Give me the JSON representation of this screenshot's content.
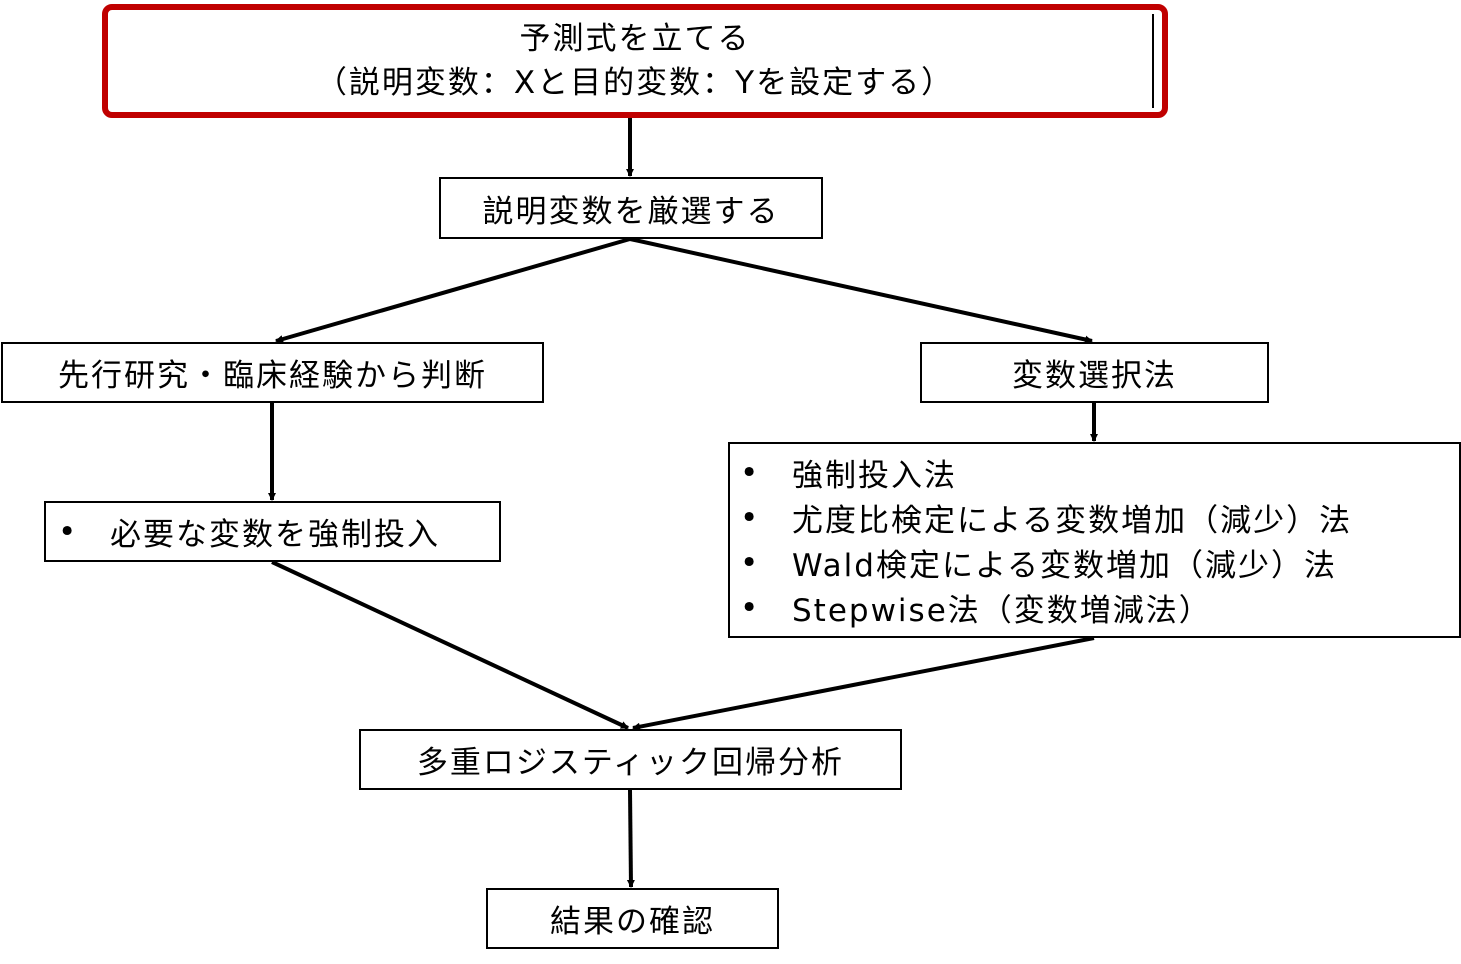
{
  "colors": {
    "accent_border": "#c00000",
    "line": "#000000"
  },
  "nodes": {
    "formula": {
      "line1": "予測式を立てる",
      "line2": "（説明変数：Xと目的変数：Yを設定する）"
    },
    "select": "説明変数を厳選する",
    "prior": "先行研究・臨床経験から判断",
    "method": "変数選択法",
    "forced_list": [
      "必要な変数を強制投入"
    ],
    "method_list": [
      "強制投入法",
      "尤度比検定による変数増加（減少）法",
      "Wald検定による変数増加（減少）法",
      "Stepwise法（変数増減法）"
    ],
    "analysis": "多重ロジスティック回帰分析",
    "result": "結果の確認"
  },
  "bullet": "•"
}
